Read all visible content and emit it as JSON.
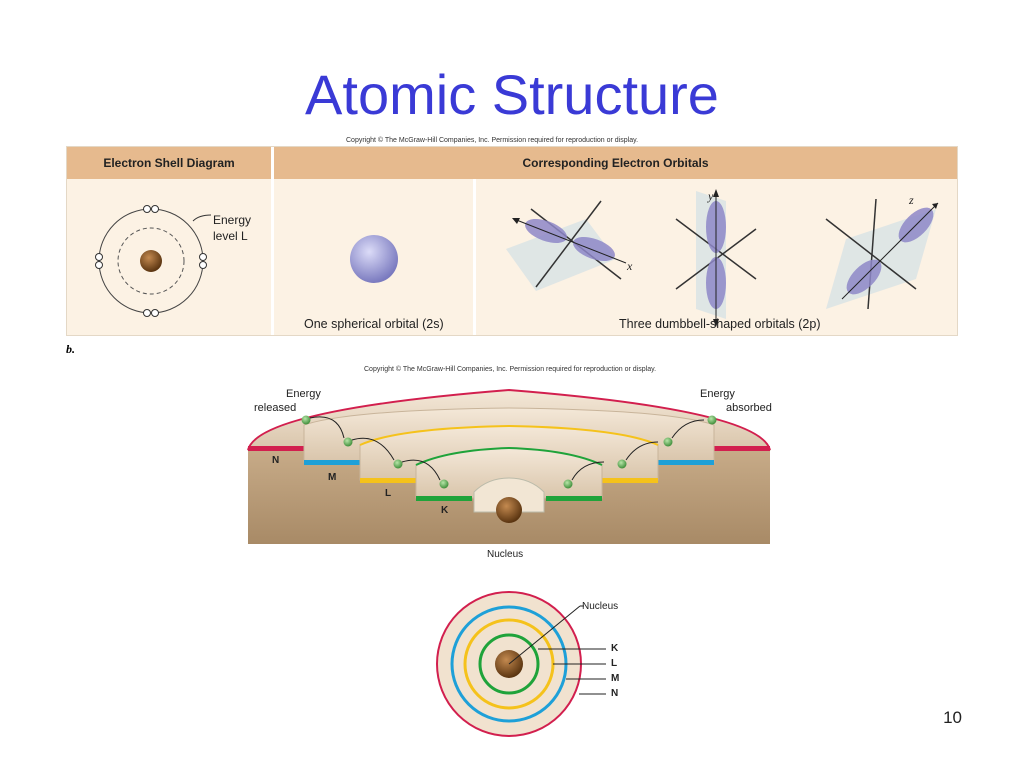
{
  "title": "Atomic Structure",
  "copyright_top": "Copyright © The McGraw-Hill Companies, Inc. Permission required for reproduction or display.",
  "copyright_mid": "Copyright © The McGraw-Hill Companies, Inc. Permission required for reproduction or display.",
  "panel_a": {
    "header_left": "Electron Shell Diagram",
    "header_right": "Corresponding Electron Orbitals",
    "energy_label_line1": "Energy",
    "energy_label_line2": "level L",
    "caption_2s": "One spherical orbital (2s)",
    "caption_2p": "Three dumbbell-shaped orbitals (2p)",
    "axis_x": "x",
    "axis_y": "y",
    "axis_z": "z"
  },
  "panel_b_label": "b.",
  "energy_diagram": {
    "left_label_1": "Energy",
    "left_label_2": "released",
    "right_label_1": "Energy",
    "right_label_2": "absorbed",
    "shell_n": "N",
    "shell_m": "M",
    "shell_l": "L",
    "shell_k": "K",
    "nucleus": "Nucleus"
  },
  "concentric": {
    "nucleus": "Nucleus",
    "k": "K",
    "l": "L",
    "m": "M",
    "n": "N"
  },
  "colors": {
    "title": "#3a3ad6",
    "header_bg": "#e6ba8e",
    "panel_bg": "#fcf2e4",
    "shell_k": "#1fa33a",
    "shell_l": "#f5c21b",
    "shell_m": "#1ea0d8",
    "shell_n": "#d21f4e",
    "nucleus": "#7a4a1e",
    "electron": "#5fb35a"
  },
  "page_number": "10"
}
